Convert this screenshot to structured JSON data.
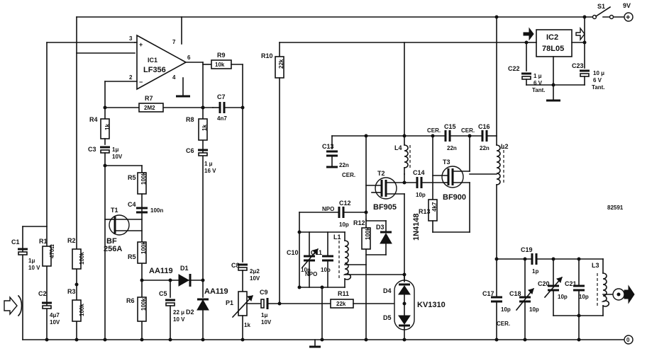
{
  "supply": {
    "switch": "S1",
    "voltage": "9V",
    "plus": "+",
    "zero": "0"
  },
  "ic1": {
    "ref": "IC1",
    "type": "LF356",
    "pin3": "3",
    "pin2": "2",
    "pin7": "7",
    "pin6": "6",
    "pin4": "4",
    "plus": "+",
    "minus": "−"
  },
  "ic2": {
    "ref": "IC2",
    "type": "78L05"
  },
  "resistors": {
    "r1": {
      "ref": "R1",
      "value": "470Ω"
    },
    "r2": {
      "ref": "R2",
      "value": "100k"
    },
    "r3": {
      "ref": "R3",
      "value": "100k"
    },
    "r4": {
      "ref": "R4",
      "value": "1k"
    },
    "r5a": {
      "ref": "R5",
      "value": "100k"
    },
    "r5b": {
      "ref": "R5",
      "value": "100k"
    },
    "r6": {
      "ref": "R6",
      "value": "100k"
    },
    "r7": {
      "ref": "R7",
      "value": "2M2"
    },
    "r8": {
      "ref": "R8",
      "value": "1k"
    },
    "r9": {
      "ref": "R9",
      "value": "10k"
    },
    "r10": {
      "ref": "R10",
      "value": "22k"
    },
    "r11": {
      "ref": "R11",
      "value": "22k"
    },
    "r12": {
      "ref": "R12",
      "value": "100k"
    },
    "r13": {
      "ref": "R13",
      "value": "4k7"
    }
  },
  "pot": {
    "ref": "P1",
    "value": "1k"
  },
  "capacitors": {
    "c1": {
      "ref": "C1",
      "v1": "1μ",
      "v2": "10 V"
    },
    "c2": {
      "ref": "C2",
      "v1": "4μ7",
      "v2": "10V"
    },
    "c3": {
      "ref": "C3",
      "v1": "1μ",
      "v2": "10V"
    },
    "c4": {
      "ref": "C4",
      "v1": "100n"
    },
    "c5": {
      "ref": "C5",
      "v1": "22 μ",
      "v2": "10 V"
    },
    "c6": {
      "ref": "C6",
      "v1": "1 μ",
      "v2": "16 V"
    },
    "c7": {
      "ref": "C7",
      "v1": "4n7"
    },
    "c8": {
      "ref": "C8",
      "v1": "2μ2",
      "v2": "10V"
    },
    "c9": {
      "ref": "C9",
      "v1": "1μ",
      "v2": "10V"
    },
    "c10": {
      "ref": "C10",
      "v1": "10p"
    },
    "c11": {
      "ref": "C11",
      "v1": "NPO",
      "v2": "10p"
    },
    "c12": {
      "ref": "C12",
      "v1": "NPO",
      "v2": "10p"
    },
    "c13": {
      "ref": "C13",
      "v1": "22n",
      "v2": "CER."
    },
    "c14": {
      "ref": "C14",
      "v1": "10p"
    },
    "c15": {
      "ref": "C15",
      "v1": "22n",
      "v2": "CER."
    },
    "c16": {
      "ref": "C16",
      "v1": "22n",
      "v2": "CER."
    },
    "c17": {
      "ref": "C17",
      "v1": "10p",
      "v2": "CER."
    },
    "c18": {
      "ref": "C18",
      "v1": "10p"
    },
    "c19": {
      "ref": "C19",
      "v1": "1p"
    },
    "c20": {
      "ref": "C20",
      "v1": "10p"
    },
    "c21": {
      "ref": "C21",
      "v1": "10p"
    },
    "c22": {
      "ref": "C22",
      "v1": "1 μ",
      "v2": "6 V",
      "v3": "Tant."
    },
    "c23": {
      "ref": "C23",
      "v1": "10 μ",
      "v2": "6 V",
      "v3": "Tant."
    }
  },
  "semis": {
    "t1": {
      "ref": "T1",
      "type1": "BF",
      "type2": "256A"
    },
    "t2": {
      "ref": "T2",
      "type": "BF905"
    },
    "t3": {
      "ref": "T3",
      "type": "BF900"
    },
    "d1": {
      "ref": "D1",
      "type": "AA119"
    },
    "d2": {
      "ref": "D2",
      "type": "AA119"
    },
    "d3": {
      "ref": "D3",
      "type": "1N4148"
    },
    "d4": {
      "ref": "D4"
    },
    "d5": {
      "ref": "D5"
    },
    "varicap": {
      "type": "KV1310"
    }
  },
  "inductors": {
    "l1": "L1",
    "l2": "L2",
    "l3": "L3",
    "l4": "L4"
  },
  "figure_id": "82591"
}
